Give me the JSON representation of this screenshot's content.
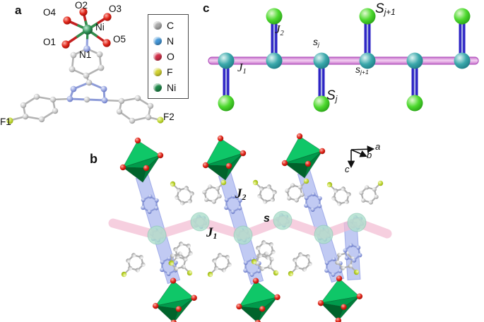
{
  "figure": {
    "description_letters": [
      "a",
      "b",
      "c"
    ]
  },
  "palette": {
    "octahedron_light": "#0FC768",
    "octahedron_mid": "#009A4B",
    "octahedron_dark": "#00632B",
    "octahedron_shade": "#007F3B",
    "oxygen_red": "#D62020",
    "ribbon_blue": "#8495E8",
    "ribbon_blue_edge": "#5E6FD6",
    "chain_pink_b": "#F2BCD2",
    "node_teal": "#AEDFCC",
    "chain_bar_edge": "#B257BE",
    "bond_blue": "#2C23C4",
    "bond_blue_stripe": "#A9B0E4",
    "carbon_bond_gray": "#AFAFAF",
    "triazole_bond_blue": "#8D9BD8",
    "ni_bond_green": "#2F8F4D",
    "o_bond_red": "#C32020",
    "label_black": "#111111"
  },
  "panel_a": {
    "letter": "a",
    "atoms": {
      "o2": "O2",
      "o4": "O4",
      "o3": "O3",
      "ni": "Ni",
      "o1": "O1",
      "o5": "O5",
      "n1": "N1",
      "f1": "F1",
      "f2": "F2"
    },
    "legend": {
      "items": [
        {
          "symbol": "C",
          "color": "#A9A9A9"
        },
        {
          "symbol": "N",
          "color": "#4497D8"
        },
        {
          "symbol": "O",
          "color": "#D13049"
        },
        {
          "symbol": "F",
          "color": "#D3D333"
        },
        {
          "symbol": "Ni",
          "color": "#1E8748"
        }
      ]
    }
  },
  "panel_b": {
    "letter": "b",
    "coupling_j2": {
      "main": "J",
      "sub": "2"
    },
    "coupling_j1": {
      "main": "J",
      "sub": "1"
    },
    "spin_label": "s",
    "axes": {
      "a": "a",
      "b": "b",
      "c": "c"
    }
  },
  "panel_c": {
    "letter": "c",
    "coupling_j2": {
      "main": "J",
      "sub": "2"
    },
    "coupling_j1": {
      "main": "J",
      "sub": "1"
    },
    "site_sj": {
      "main": "s",
      "sub": "j"
    },
    "site_sj1": {
      "main": "s",
      "sub": "j+1"
    },
    "spin_Sj": {
      "main": "S",
      "sub": "j"
    },
    "spin_Sj1": {
      "main": "S",
      "sub": "j+1"
    }
  }
}
